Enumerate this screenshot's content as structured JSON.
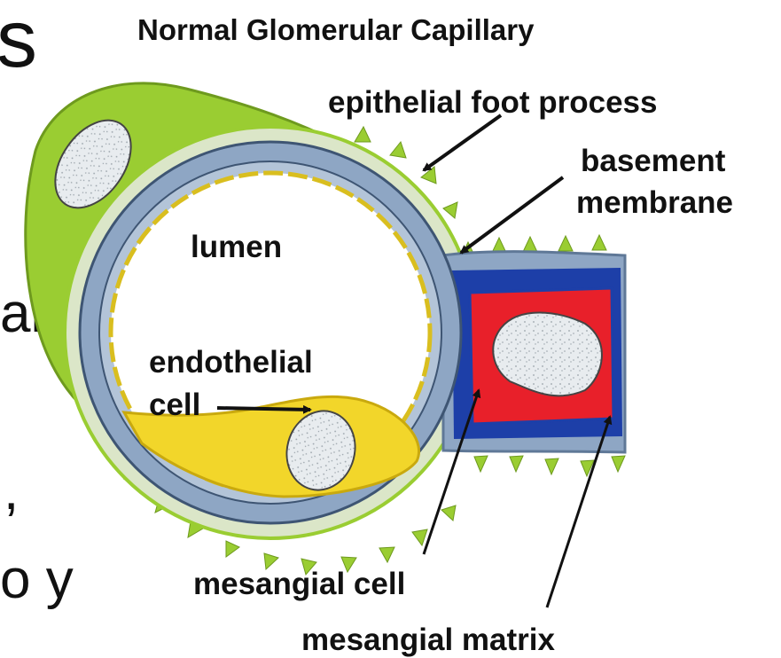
{
  "slide_text": {
    "title_fragment": "s",
    "line_1": "al",
    "line_2": ",",
    "line_3": "o y"
  },
  "diagram": {
    "title": "Normal Glomerular Capillary",
    "labels": {
      "epithelial_foot_process": "epithelial foot process",
      "basement_1": "basement",
      "basement_2": "membrane",
      "lumen": "lumen",
      "endothelial_1": "endothelial",
      "endothelial_2": "cell",
      "mesangial_cell": "mesangial cell",
      "mesangial_matrix": "mesangial matrix"
    },
    "colors": {
      "epithelium": "#9acd32",
      "basement_membrane": "#8ea6c4",
      "endothelium": "#f2d62a",
      "mesangial_cell": "#e8202a",
      "mesangial_matrix": "#1d3fa8",
      "nucleus": "#e8ecef"
    }
  }
}
